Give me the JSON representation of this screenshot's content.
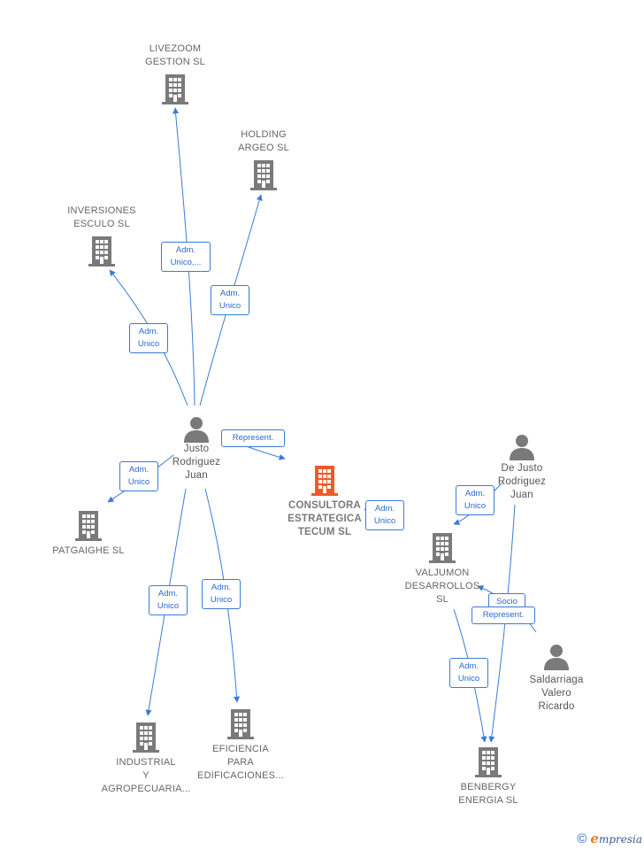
{
  "nodes": {
    "livezoom": {
      "label": "LIVEZOOM\nGESTION  SL"
    },
    "holding": {
      "label": "HOLDING\nARGEO  SL"
    },
    "inversiones": {
      "label": "INVERSIONES\nESCULO  SL"
    },
    "justo": {
      "label": "Justo\nRodriguez\nJuan"
    },
    "consultora": {
      "label": "CONSULTORA\nESTRATEGICA\nTECUM  SL"
    },
    "patgaighe": {
      "label": "PATGAIGHE SL"
    },
    "industrial": {
      "label": "INDUSTRIAL\nY\nAGROPECUARIA..."
    },
    "eficiencia": {
      "label": "EFICIENCIA\nPARA\nEDIFICACIONES..."
    },
    "dejusto": {
      "label": "De Justo\nRodriguez\nJuan"
    },
    "valjumon": {
      "label": "VALJUMON\nDESARROLLOS\nSL"
    },
    "saldarriaga": {
      "label": "Saldarriaga\nValero\nRicardo"
    },
    "benbergy": {
      "label": "BENBERGY\nENERGIA  SL"
    }
  },
  "badges": {
    "b_livezoom": "Adm.\nUnico,...",
    "b_holding": "Adm.\nUnico",
    "b_inversiones": "Adm.\nUnico",
    "b_represent1": "Represent.",
    "b_patgaighe": "Adm.\nUnico",
    "b_industrial": "Adm.\nUnico",
    "b_eficiencia": "Adm.\nUnico",
    "b_consultora": "Adm.\nUnico",
    "b_valjumon": "Adm.\nUnico",
    "b_socio": "Socio",
    "b_represent2": "Represent.",
    "b_benbergy": "Adm.\nUnico"
  },
  "colors": {
    "edge": "#3a7bd5",
    "company": "#7a7a7a",
    "focus": "#f05a28",
    "person": "#7a7a7a",
    "badge_text": "#2a6ad0"
  },
  "footer": {
    "copyright": "©",
    "brand_initial": "e",
    "brand_rest": "mpresia"
  }
}
